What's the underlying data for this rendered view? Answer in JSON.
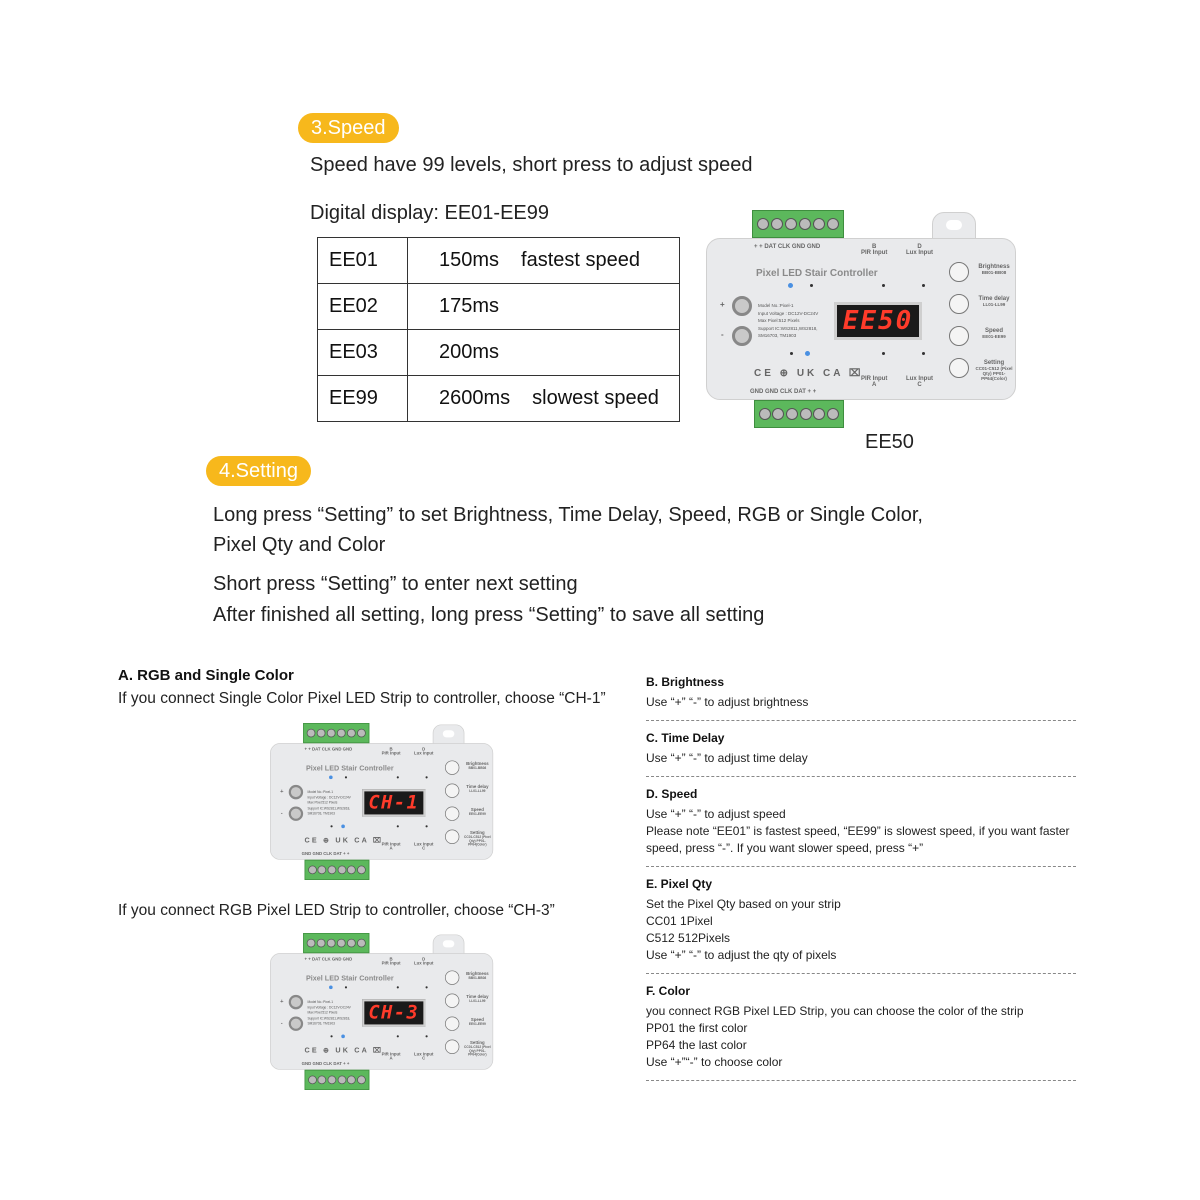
{
  "speed": {
    "badge": "3.Speed",
    "intro": "Speed have 99 levels, short press to adjust speed",
    "display": "Digital display: EE01-EE99",
    "rows": [
      {
        "code": "EE01",
        "ms": "150ms",
        "note": "fastest speed"
      },
      {
        "code": "EE02",
        "ms": "175ms",
        "note": ""
      },
      {
        "code": "EE03",
        "ms": "200ms",
        "note": ""
      },
      {
        "code": "EE99",
        "ms": "2600ms",
        "note": "slowest speed"
      }
    ],
    "caption": "EE50"
  },
  "setting": {
    "badge": "4.Setting",
    "line1": "Long press “Setting” to set Brightness, Time Delay, Speed, RGB or Single Color,",
    "line2": "Pixel Qty and Color",
    "line3": "Short press “Setting” to enter next setting",
    "line4": "After finished all setting, long press “Setting” to save all setting"
  },
  "sectionA": {
    "title": "A. RGB and Single Color",
    "single": "If you connect Single Color Pixel LED Strip to controller, choose “CH-1”",
    "rgb": "If you connect RGB Pixel LED Strip to controller, choose “CH-3”"
  },
  "device": {
    "title": "Pixel LED Stair Controller",
    "top_terms": "+   +  DAT  CLK  GND  GND",
    "bottom_terms": "GND  GND  CLK  DAT  +   +",
    "pir_b": "B\nPIR Input",
    "lux_d": "D\nLux Input",
    "pir_a": "PIR Input\nA",
    "lux_c": "Lux Input\nC",
    "spec": [
      "Model No.:Pixel-1",
      "Input Voltage : DC12V-DC24V",
      "Max Pixel:512 Pixels",
      "Support IC:WS2811,WS2818,",
      "SM16703, TM1903"
    ],
    "buttons": [
      {
        "label": "Brightness",
        "sub": "BB01-BB08"
      },
      {
        "label": "Time delay",
        "sub": "LL01-LL99"
      },
      {
        "label": "Speed",
        "sub": "EE01-EE99"
      },
      {
        "label": "Setting",
        "sub": "CC01-C512 (Pixel Qty) PP01-PP64(Color)"
      }
    ],
    "certs": "CE ⊕ UK CA ⌧",
    "displays": [
      "EE50",
      "CH-1",
      "CH-3"
    ]
  },
  "right": [
    {
      "title": "B. Brightness",
      "lines": [
        "Use “+” “-” to adjust brightness"
      ]
    },
    {
      "title": "C. Time Delay",
      "lines": [
        "Use “+” “-” to adjust time delay"
      ]
    },
    {
      "title": "D. Speed",
      "lines": [
        "Use “+” “-” to adjust speed",
        "Please note “EE01” is fastest speed, “EE99” is slowest speed, if you want faster speed, press “-”. If you want slower speed, press “+”"
      ]
    },
    {
      "title": "E. Pixel Qty",
      "lines": [
        "Set the Pixel Qty based on your strip",
        "CC01   1Pixel",
        "C512   512Pixels",
        "Use “+” “-” to adjust the qty of pixels"
      ]
    },
    {
      "title": "F. Color",
      "lines": [
        "you connect RGB Pixel LED Strip, you can choose the color of the strip",
        "PP01  the first color",
        "PP64  the last color",
        "Use “+”“-” to choose color"
      ]
    }
  ]
}
